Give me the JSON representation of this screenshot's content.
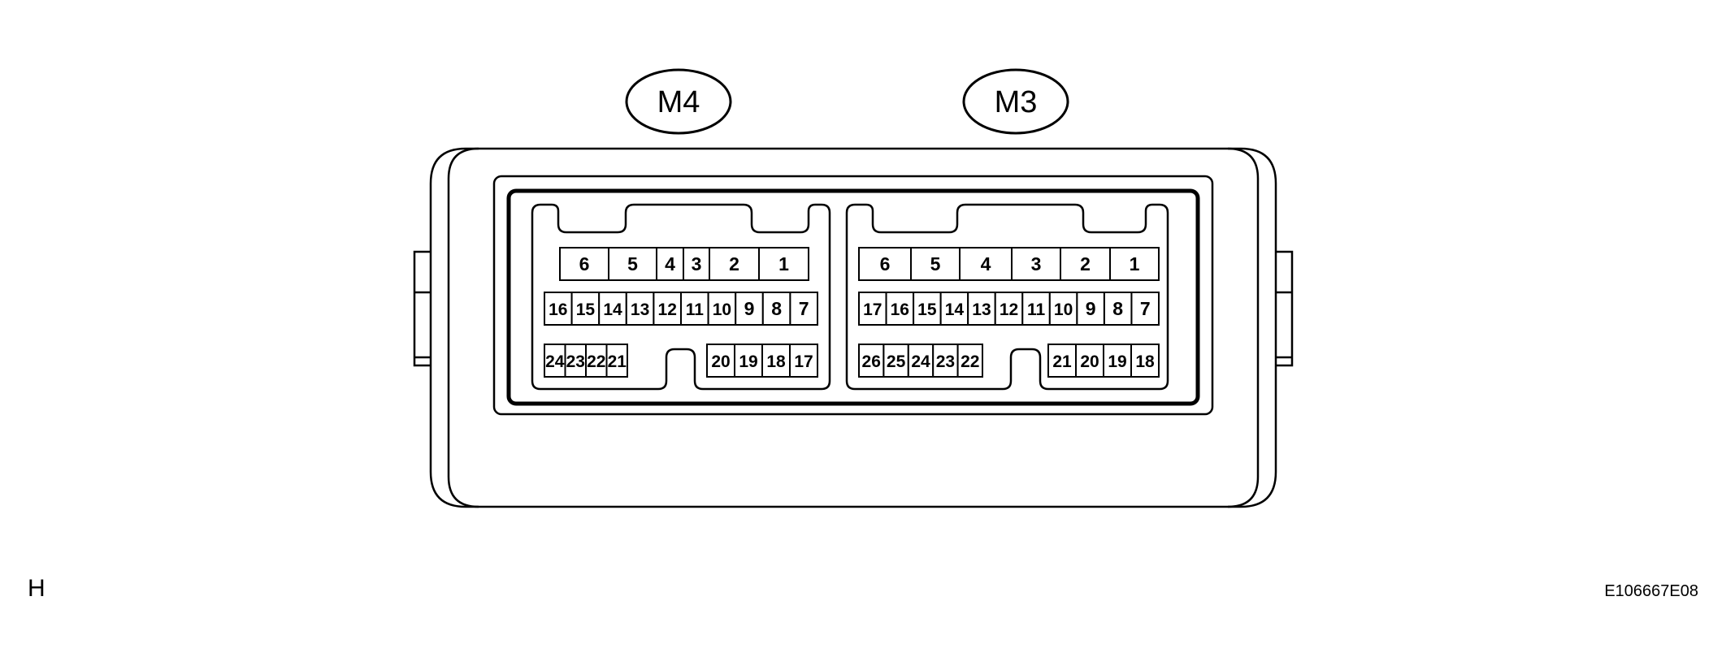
{
  "labels": {
    "connector_left": "M4",
    "connector_right": "M3",
    "corner_left": "H",
    "figure_code": "E106667E08"
  },
  "connectors": {
    "m4": {
      "row1": [
        "6",
        "5",
        "4",
        "3",
        "2",
        "1"
      ],
      "row2": [
        "16",
        "15",
        "14",
        "13",
        "12",
        "11",
        "10",
        "9",
        "8",
        "7"
      ],
      "row3_left": [
        "24",
        "23",
        "22",
        "21"
      ],
      "row3_right": [
        "20",
        "19",
        "18",
        "17"
      ]
    },
    "m3": {
      "row1": [
        "6",
        "5",
        "4",
        "3",
        "2",
        "1"
      ],
      "row2": [
        "17",
        "16",
        "15",
        "14",
        "13",
        "12",
        "11",
        "10",
        "9",
        "8",
        "7"
      ],
      "row3_left": [
        "26",
        "25",
        "24",
        "23",
        "22"
      ],
      "row3_right": [
        "21",
        "20",
        "19",
        "18"
      ]
    }
  },
  "colors": {
    "line": "#000000",
    "background": "#ffffff"
  }
}
